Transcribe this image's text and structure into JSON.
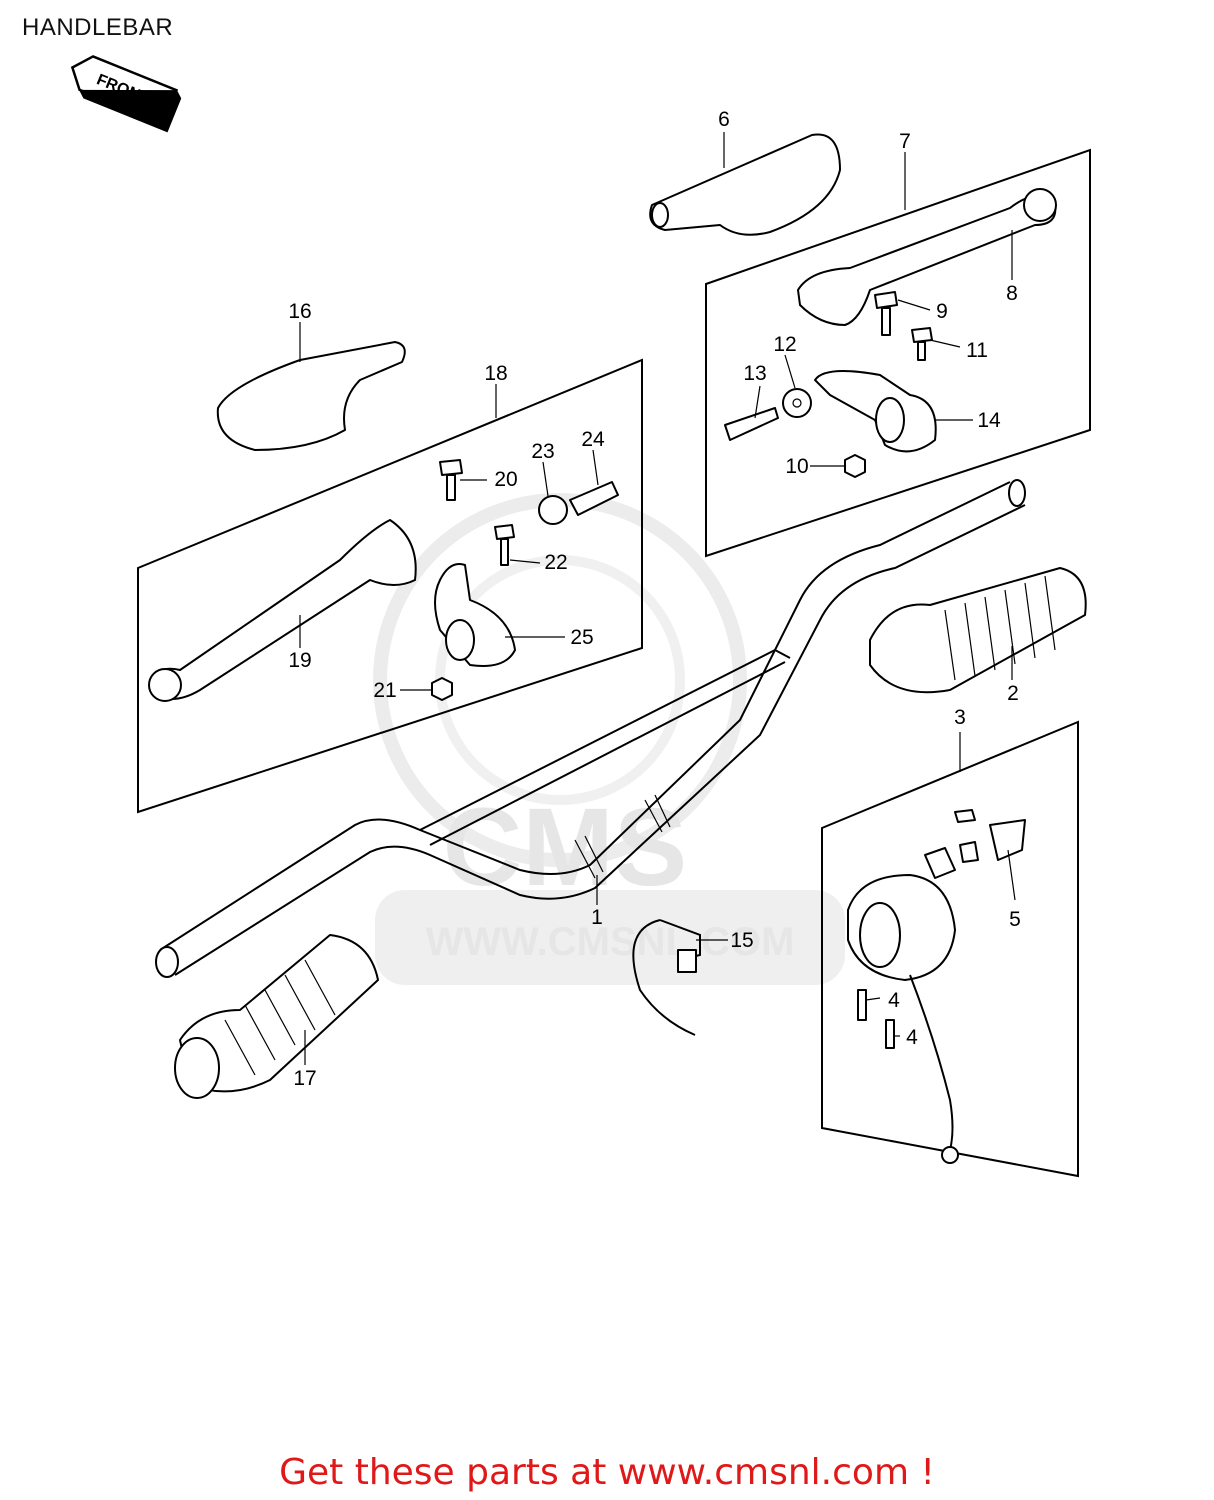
{
  "title": "HANDLEBAR",
  "front_arrow": {
    "text": "FRONT",
    "icon": "front-arrow-icon"
  },
  "watermark": {
    "logo": "CMS",
    "url_text": "WWW.CMSNL.COM"
  },
  "callouts": [
    {
      "id": "c1",
      "text": "1"
    },
    {
      "id": "c2",
      "text": "2"
    },
    {
      "id": "c3",
      "text": "3"
    },
    {
      "id": "c4a",
      "text": "4"
    },
    {
      "id": "c4b",
      "text": "4"
    },
    {
      "id": "c5",
      "text": "5"
    },
    {
      "id": "c6",
      "text": "6"
    },
    {
      "id": "c7",
      "text": "7"
    },
    {
      "id": "c8",
      "text": "8"
    },
    {
      "id": "c9",
      "text": "9"
    },
    {
      "id": "c10",
      "text": "10"
    },
    {
      "id": "c11",
      "text": "11"
    },
    {
      "id": "c12",
      "text": "12"
    },
    {
      "id": "c13",
      "text": "13"
    },
    {
      "id": "c14",
      "text": "14"
    },
    {
      "id": "c15",
      "text": "15"
    },
    {
      "id": "c16",
      "text": "16"
    },
    {
      "id": "c17",
      "text": "17"
    },
    {
      "id": "c18",
      "text": "18"
    },
    {
      "id": "c19",
      "text": "19"
    },
    {
      "id": "c20",
      "text": "20"
    },
    {
      "id": "c21",
      "text": "21"
    },
    {
      "id": "c22",
      "text": "22"
    },
    {
      "id": "c23",
      "text": "23"
    },
    {
      "id": "c24",
      "text": "24"
    },
    {
      "id": "c25",
      "text": "25"
    }
  ],
  "footer": {
    "text": "Get these parts at www.cmsnl.com !",
    "color": "#e01818"
  }
}
